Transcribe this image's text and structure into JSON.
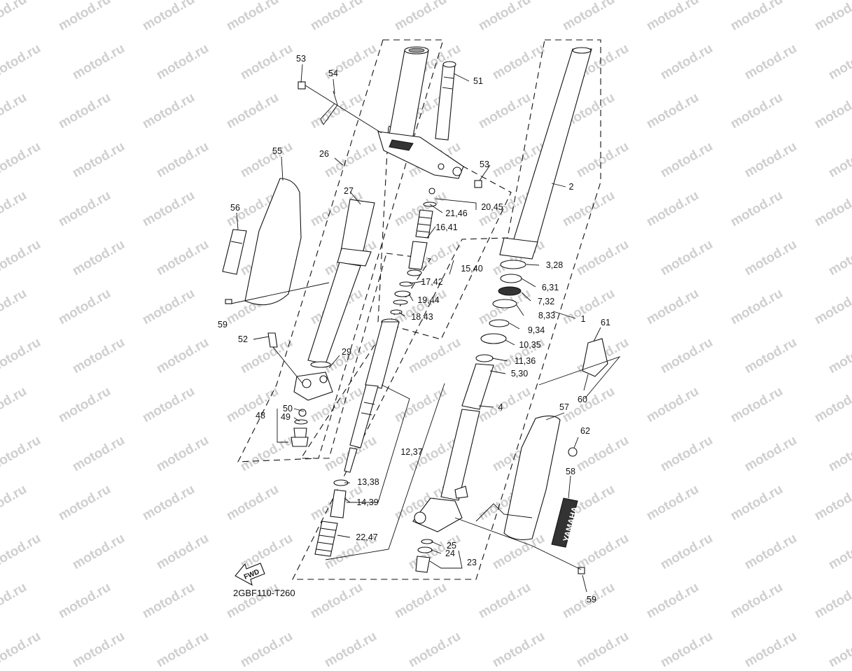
{
  "watermark": "motod.ru",
  "diagram_code": "2GBF110-T260",
  "fwd_label": "FWD",
  "decal_text": "YAMAHA",
  "callouts": [
    "53",
    "54",
    "51",
    "53",
    "55",
    "26",
    "27",
    "2",
    "20,45",
    "21,46",
    "16,41",
    "56",
    "15,40",
    "3,28",
    "6,31",
    "17,42",
    "7,32",
    "19,44",
    "8,33",
    "18,43",
    "1",
    "9,34",
    "59",
    "61",
    "52",
    "10,35",
    "29",
    "11,36",
    "5,30",
    "60",
    "4",
    "50",
    "49",
    "48",
    "57",
    "62",
    "12,37",
    "58",
    "13,38",
    "14,39",
    "22,47",
    "25",
    "24",
    "23",
    "59"
  ]
}
